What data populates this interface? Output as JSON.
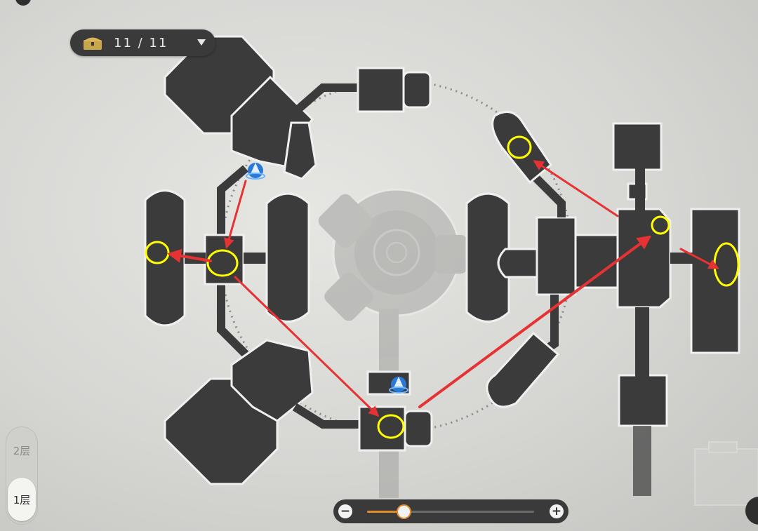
{
  "header": {
    "title": ""
  },
  "chest_counter": {
    "label": "11 / 11",
    "icon": "treasure-chest-icon"
  },
  "floor_selector": {
    "floors": [
      {
        "label": "2层"
      },
      {
        "label": "1层"
      }
    ],
    "selected": "1层"
  },
  "zoom": {
    "level": 0.22
  },
  "map": {
    "teleport_icon": "space-anchor-icon",
    "marker_color": "#ffff00",
    "route_color": "#e63232",
    "room_color": "#3b3b3b"
  }
}
